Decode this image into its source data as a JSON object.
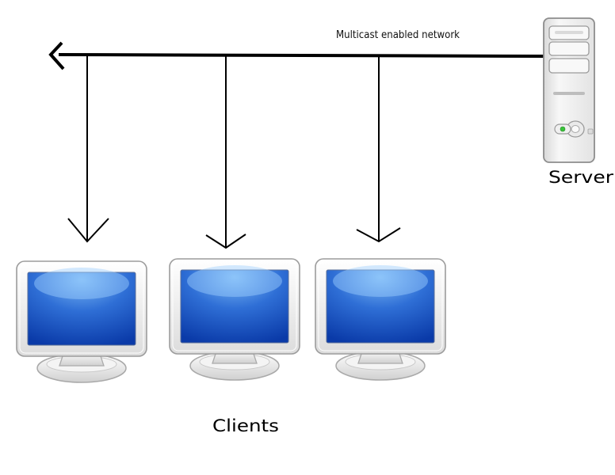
{
  "network": {
    "label": "Multicast enabled network"
  },
  "server": {
    "label": "Server",
    "icon": "server-tower-icon"
  },
  "clients": {
    "label": "Clients",
    "icon": "monitor-icon",
    "count": 3
  },
  "colors": {
    "line": "#000000",
    "screen_dark": "#0a3aa8",
    "screen_light": "#62a8f0",
    "bezel": "#f2f2f2",
    "bezel_edge": "#b0b0b0",
    "server_body": "#eeeeee",
    "led_green": "#39c43a"
  }
}
